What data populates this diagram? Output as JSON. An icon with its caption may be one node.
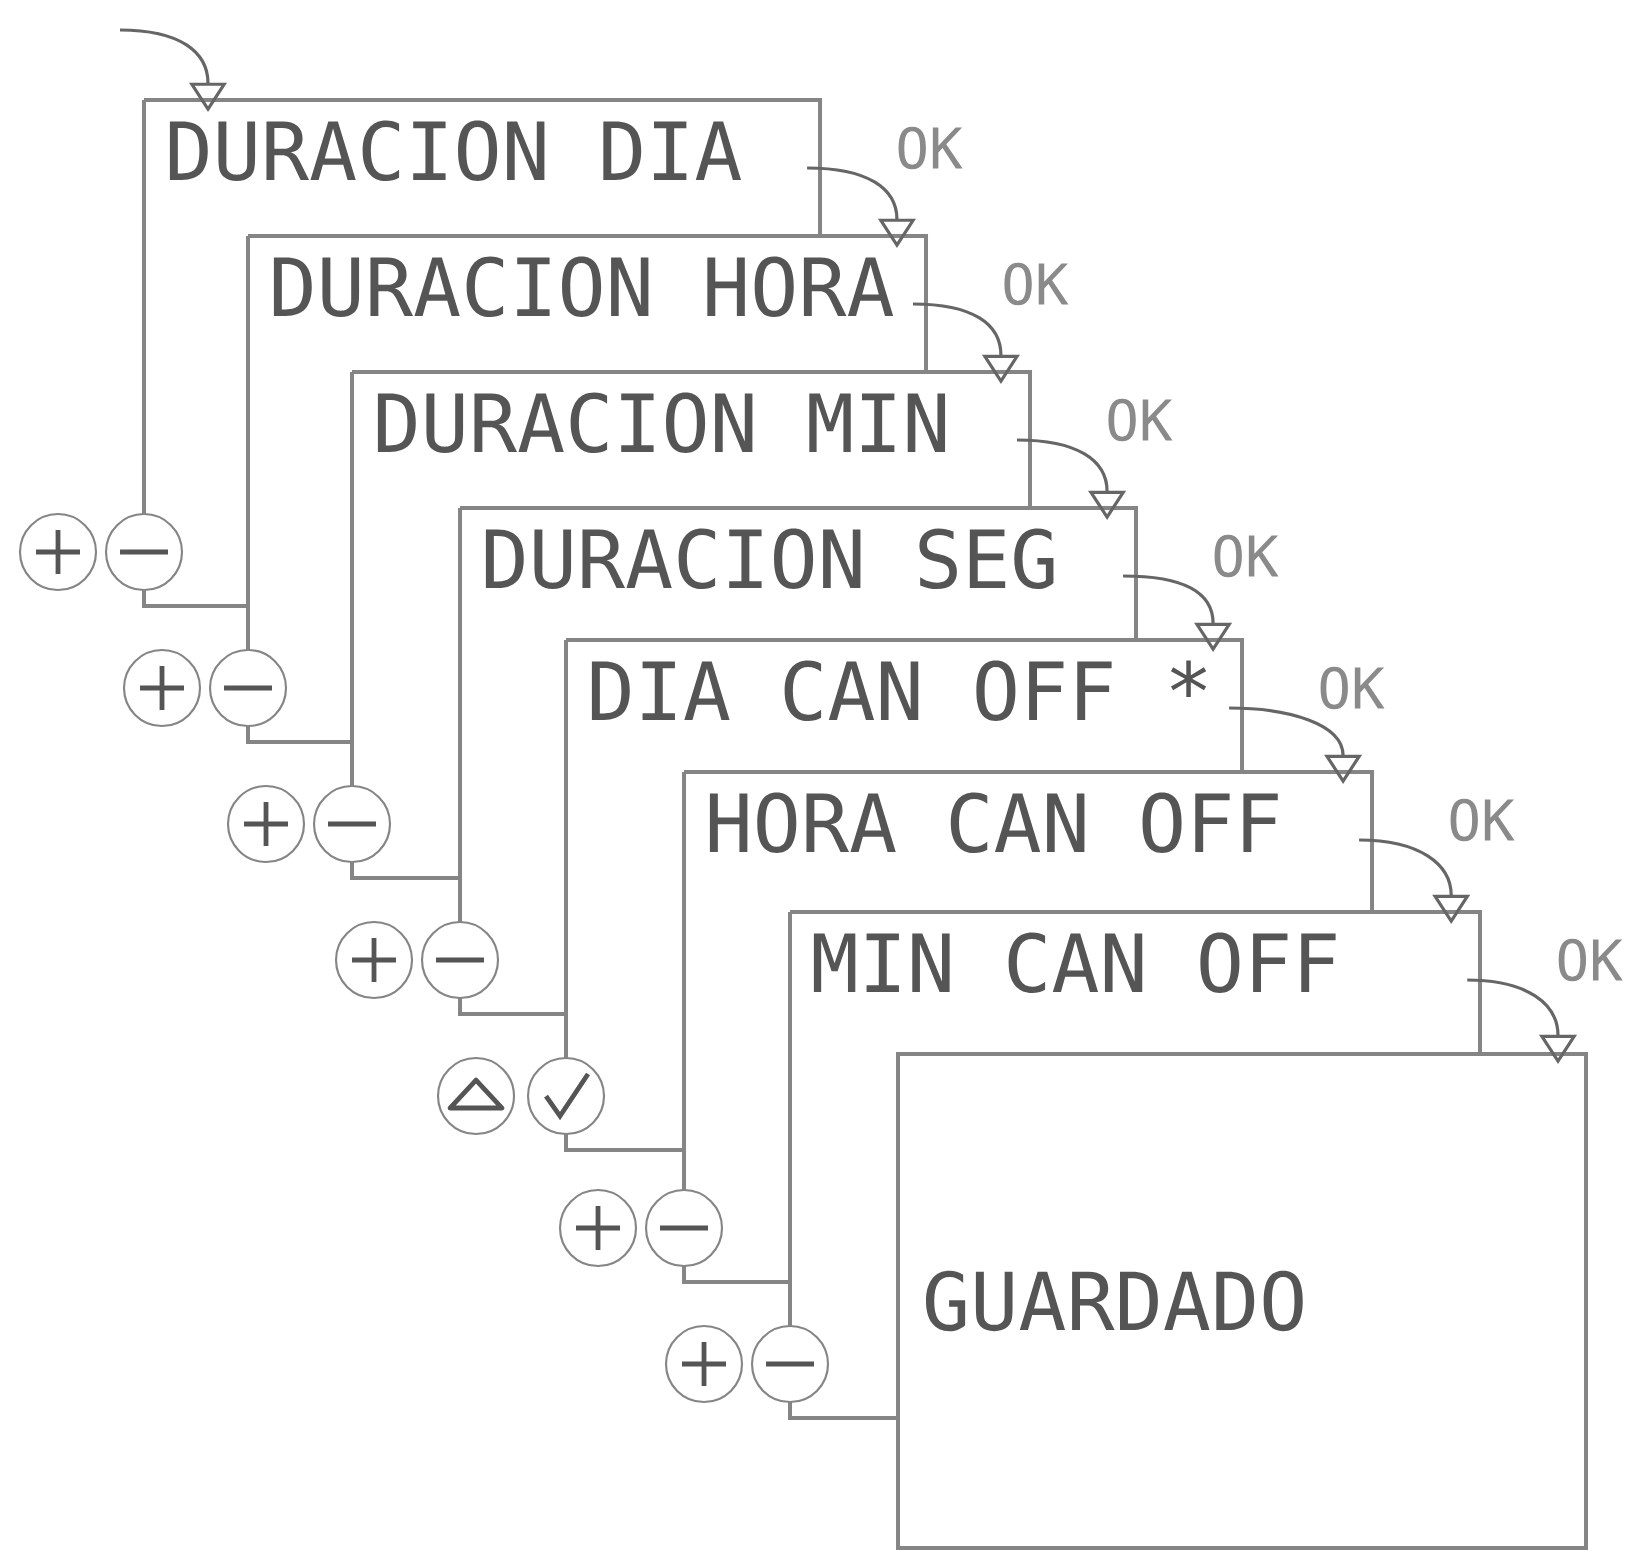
{
  "diagram": {
    "nodes": [
      {
        "text": [
          "DURACION DIA"
        ]
      },
      {
        "text": [
          "DURACION HORA"
        ]
      },
      {
        "text": [
          "DURACION MIN"
        ]
      },
      {
        "text": [
          "DURACION SEG"
        ]
      },
      {
        "text": [
          "DIA CAN OFF *"
        ]
      },
      {
        "text": [
          "HORA CAN OFF"
        ]
      },
      {
        "text": [
          "MIN CAN OFF"
        ]
      },
      {
        "text": [
          "GUARDADO"
        ]
      }
    ],
    "edges": [
      {
        "from": null,
        "to": 0,
        "arrow": "to"
      },
      {
        "from": 0,
        "to": 1,
        "arrow": "to",
        "label": "OK"
      },
      {
        "from": 1,
        "to": 2,
        "arrow": "to",
        "label": "OK"
      },
      {
        "from": 2,
        "to": 3,
        "arrow": "to",
        "label": "OK"
      },
      {
        "from": 3,
        "to": 4,
        "arrow": "to",
        "label": "OK"
      },
      {
        "from": 4,
        "to": 5,
        "arrow": "to",
        "label": "OK"
      },
      {
        "from": 5,
        "to": 6,
        "arrow": "to",
        "label": "OK"
      },
      {
        "from": 6,
        "to": 7,
        "arrow": "to",
        "label": "OK"
      }
    ]
  }
}
